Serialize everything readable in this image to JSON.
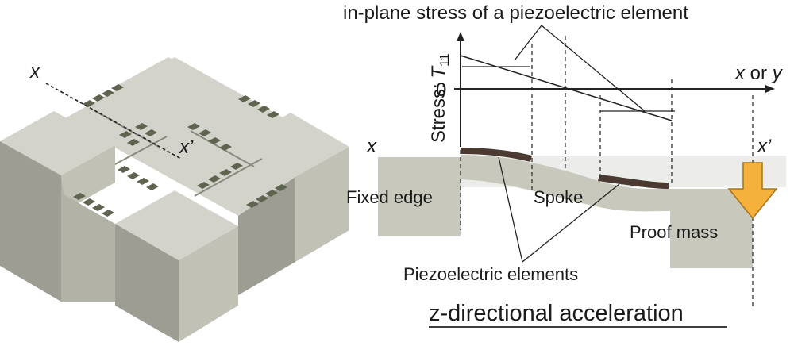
{
  "title_top": "in-plane stress of a piezoelectric element",
  "axis": {
    "stress_label": "Stress: ",
    "stress_symbol": "T",
    "stress_subscript": "11",
    "zero_label": "0",
    "x_axis_label_x": "x",
    "x_axis_label_or": " or ",
    "x_axis_label_y": "y"
  },
  "section": {
    "left_mark": "x",
    "right_mark": "x’"
  },
  "model_3d": {
    "label_x": "x",
    "label_x_prime": "x’"
  },
  "labels": {
    "fixed_edge": "Fixed edge",
    "spoke": "Spoke",
    "proof_mass": "Proof mass",
    "piezo_elements": "Piezoelectric elements"
  },
  "caption": "z-directional acceleration",
  "colors": {
    "block_top": "#d4d3cb",
    "block_left": "#b3b2a7",
    "block_right": "#c2c1b6",
    "block_front": "#9e9d93",
    "pad": "#5f6450",
    "section_fill": "#c8c8bc",
    "piezo_bar": "#4a3a32",
    "arrow_fill": "#f4b23d",
    "arrow_stroke": "#a87418"
  }
}
